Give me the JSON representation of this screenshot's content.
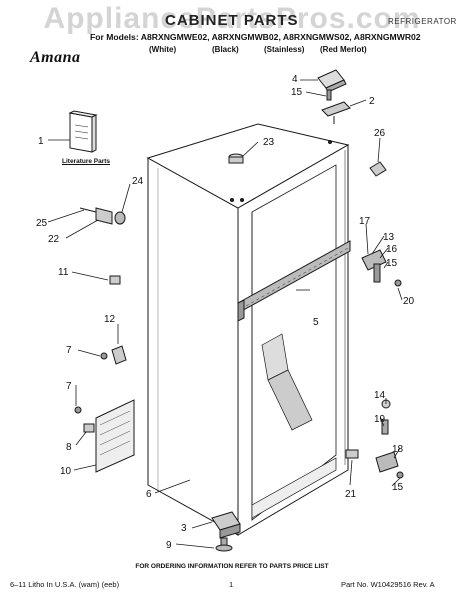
{
  "watermark": "AppliancePartsPros.com",
  "header": {
    "title": "CABINET PARTS",
    "appliance": "REFRIGERATOR",
    "models_line": "For Models: A8RXNGMWE02, A8RXNGMWB02, A8RXNGMWS02, A8RXNGMWR02",
    "colors": [
      "(White)",
      "(Black)",
      "(Stainless)",
      "(Red Merlot)"
    ],
    "brand": "Amana"
  },
  "diagram": {
    "literature_label": "Literature Parts",
    "callouts": [
      "1",
      "2",
      "3",
      "4",
      "5",
      "6",
      "7",
      "7",
      "8",
      "9",
      "10",
      "11",
      "12",
      "13",
      "14",
      "15",
      "15",
      "15",
      "16",
      "17",
      "18",
      "19",
      "20",
      "21",
      "22",
      "23",
      "24",
      "25",
      "26"
    ]
  },
  "footer": {
    "ordering_note": "FOR ORDERING INFORMATION REFER TO PARTS PRICE LIST",
    "litho": "6–11 Litho In U.S.A. (wam) (eeb)",
    "page": "1",
    "part_no": "Part No. W10429516 Rev. A"
  },
  "colors": {
    "line": "#1a1a1a",
    "watermark": "#d4d4d4"
  }
}
